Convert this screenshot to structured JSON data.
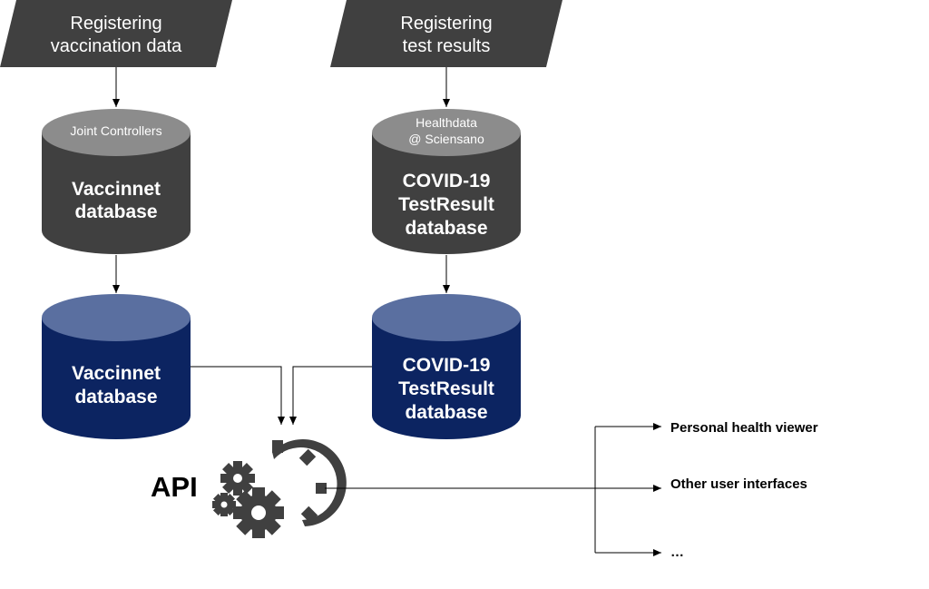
{
  "inputs": {
    "vaccination": {
      "lines": [
        "Registering",
        "vaccination data"
      ]
    },
    "test": {
      "lines": [
        "Registering",
        "test results"
      ]
    }
  },
  "databases": {
    "vaccinnet_source": {
      "caption": [
        "Joint Controllers"
      ],
      "body": [
        "Vaccinnet",
        "database"
      ]
    },
    "covid_source": {
      "caption": [
        "Healthdata",
        "@ Sciensano"
      ],
      "body": [
        "COVID-19",
        "TestResult",
        "database"
      ]
    },
    "vaccinnet_copy": {
      "body": [
        "Vaccinnet",
        "database"
      ]
    },
    "covid_copy": {
      "body": [
        "COVID-19",
        "TestResult",
        "database"
      ]
    }
  },
  "api": {
    "label": "API"
  },
  "outputs": [
    "Personal health viewer",
    "Other user interfaces",
    "…"
  ],
  "colors": {
    "input_shape": "#404040",
    "source_db_body": "#404040",
    "source_db_top": "#8c8c8c",
    "copy_db_body": "#0c2461",
    "copy_db_top": "#5a6fa0",
    "gear": "#404040",
    "line": "#000000"
  },
  "icons": {
    "api": "gears-icon"
  }
}
